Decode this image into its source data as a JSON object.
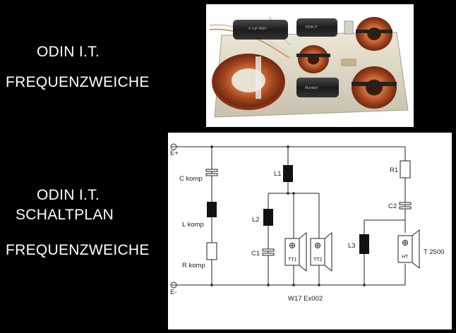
{
  "left_labels": {
    "title1": "ODIN I.T.",
    "subtitle1": "FREQUENZWEICHE",
    "title2_line1": "ODIN I.T.",
    "title2_line2": "SCHALTPLAN",
    "subtitle2": "FREQUENZWEICHE"
  },
  "schematic": {
    "terminal_plus": "E+",
    "terminal_minus": "E-",
    "c_komp": "C komp",
    "l_komp": "L komp",
    "r_komp": "R komp",
    "l1": "L1",
    "l2": "L2",
    "c1": "C1",
    "tt1": "TT1",
    "tt2": "TT2",
    "l3": "L3",
    "r1": "R1",
    "c2": "C2",
    "ht": "HT",
    "tweeter_model": "T 2500",
    "woofer_model": "W17 Ex002"
  },
  "colors": {
    "background": "#000000",
    "text": "#ffffff",
    "copper": "#b5532a",
    "schematic_line": "#222222"
  }
}
